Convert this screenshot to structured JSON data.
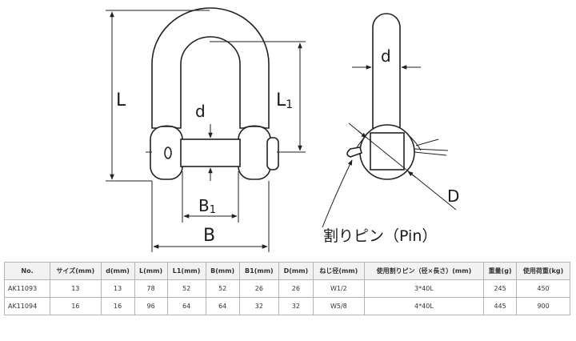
{
  "labels": {
    "front_L": "L",
    "front_L1": "L",
    "front_L1_sub": "1",
    "front_d": "d",
    "front_B1": "B",
    "front_B1_sub": "1",
    "front_B": "B",
    "side_d": "d",
    "side_D": "D",
    "cotter_pin": "割りピン（Pin）"
  },
  "table": {
    "headers": [
      "No.",
      "サイズ(mm)",
      "d(mm)",
      "L(mm)",
      "L1(mm)",
      "B(mm)",
      "B1(mm)",
      "D(mm)",
      "ねじ径(mm)",
      "使用割りピン（径×長さ）(mm)",
      "重量(g)",
      "使用荷重(kg)"
    ],
    "rows": [
      [
        "AK11093",
        "13",
        "13",
        "78",
        "52",
        "52",
        "26",
        "26",
        "W1/2",
        "3*40L",
        "245",
        "450"
      ],
      [
        "AK11094",
        "16",
        "16",
        "96",
        "64",
        "64",
        "32",
        "32",
        "W5/8",
        "4*40L",
        "445",
        "900"
      ]
    ]
  }
}
